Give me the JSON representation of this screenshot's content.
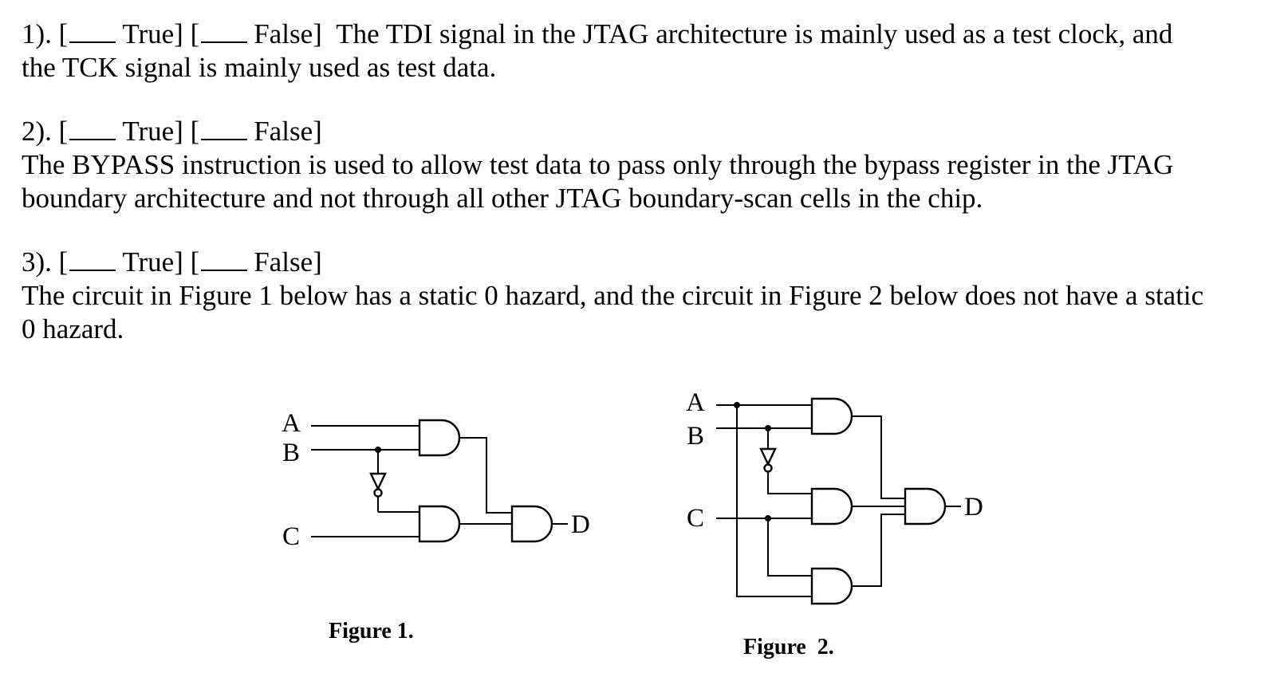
{
  "questions": [
    {
      "number": "1).",
      "open1": "[",
      "true_label": "True]",
      "open2": "[",
      "false_label": "False]",
      "text_inline": "The TDI signal in the JTAG architecture is mainly used as a test clock, and",
      "text_lines": [
        "the TCK signal is mainly used as test data."
      ]
    },
    {
      "number": "2).",
      "open1": "[",
      "true_label": "True]",
      "open2": "[",
      "false_label": "False]",
      "text_lines": [
        "The BYPASS instruction is used to allow test data to pass only through the bypass register in the JTAG",
        "boundary architecture and not through all other JTAG boundary-scan cells in the chip."
      ]
    },
    {
      "number": "3).",
      "open1": "[",
      "true_label": "True]",
      "open2": "[",
      "false_label": "False]",
      "text_lines": [
        "The circuit in Figure 1 below has a static 0 hazard, and the circuit in Figure 2 below does not have a static",
        "0 hazard."
      ]
    }
  ],
  "figure1": {
    "inputs": [
      "A",
      "B",
      "C"
    ],
    "output": "D",
    "caption": "Figure 1."
  },
  "figure2": {
    "inputs": [
      "A",
      "B",
      "C"
    ],
    "output": "D",
    "caption": "Figure  2."
  }
}
